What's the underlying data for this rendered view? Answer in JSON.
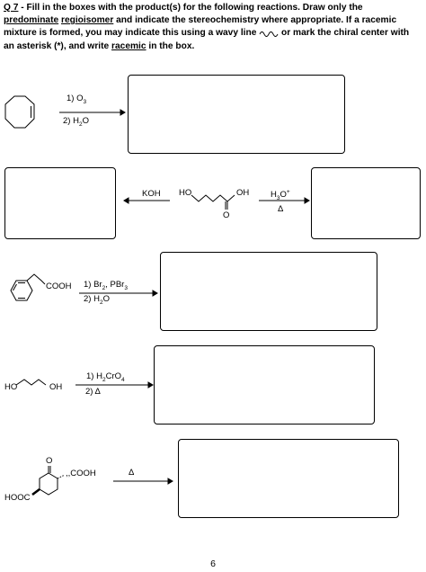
{
  "question": {
    "label": "Q 7",
    "intro": " - Fill in the boxes with the product(s) for the following reactions. Draw only the ",
    "predominate": "predominate",
    "regioisomer": "regioisomer",
    "mid": " and indicate the stereochemistry where appropriate. If a racemic mixture is formed, you may indicate this using a wavy line ",
    "mid2": " or mark the chiral center with an asterisk (*), and write ",
    "racemic": "racemic",
    "end": " in the box."
  },
  "reactions": [
    {
      "reagent_1": "1) O",
      "sub_1": "3",
      "reagent_2": "2) H",
      "sub_2": "2",
      "reagent_2_end": "O"
    },
    {
      "reagent_left": "KOH",
      "sm_left": "HO",
      "sm_right": "OH",
      "sm_bottom": "O",
      "reagent_right": "H",
      "sub": "3",
      "reagent_right_end": "O",
      "sup": "+",
      "reagent_below": "Δ"
    },
    {
      "group": "COOH",
      "reagent_1": "1) Br",
      "sub_1": "2",
      "reagent_1b": ", PBr",
      "sub_1b": "3",
      "reagent_2": "2) H",
      "sub_2": "2",
      "reagent_2_end": "O"
    },
    {
      "left": "HO",
      "right": "OH",
      "reagent_1": "1) H",
      "sub_1": "2",
      "reagent_1b": "CrO",
      "sub_1b": "4",
      "reagent_2": "2) Δ"
    },
    {
      "top_o": "O",
      "group": "COOH",
      "ester": "HOOC",
      "reagent": "Δ"
    }
  ],
  "page_number": "6"
}
